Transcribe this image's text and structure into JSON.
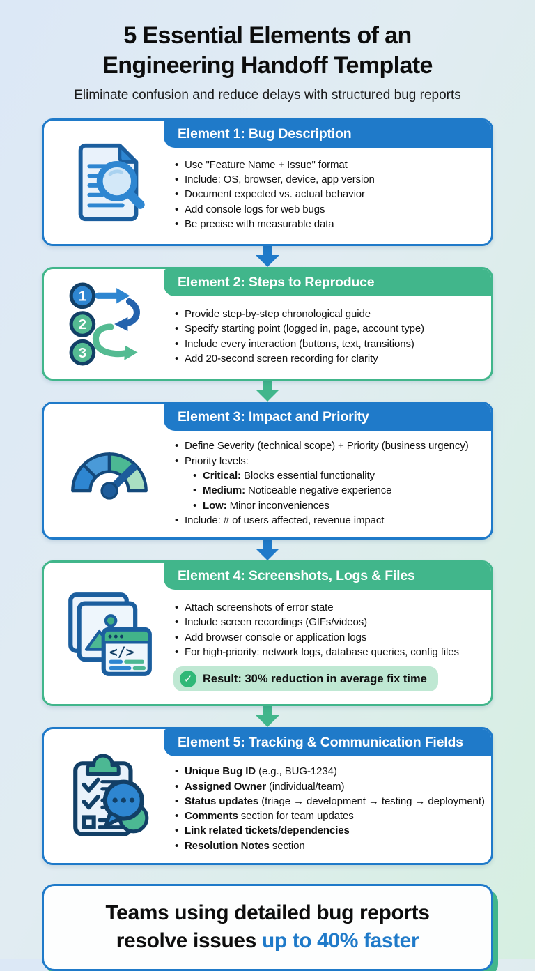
{
  "header": {
    "title_line1": "5 Essential Elements of an",
    "title_line2": "Engineering Handoff Template",
    "subtitle": "Eliminate confusion and reduce delays with structured bug reports"
  },
  "theme": {
    "blue": "#1f7ac9",
    "green": "#41b68b",
    "navy": "#14497b",
    "light_blue_bg": "#dce8f6",
    "light_green_bg": "#d6efe1",
    "pill_bg": "#bfe8d3",
    "pill_check": "#2fb877"
  },
  "cards": [
    {
      "id": "bug-description",
      "theme": "blue",
      "icon": "document-magnifier-icon",
      "title": "Element 1: Bug Description",
      "bullets": [
        {
          "parts": [
            {
              "t": "Use \"Feature Name + Issue\" format",
              "b": false
            }
          ]
        },
        {
          "parts": [
            {
              "t": "Include: OS, browser, device, app version",
              "b": false
            }
          ]
        },
        {
          "parts": [
            {
              "t": "Document expected vs. actual behavior",
              "b": false
            }
          ]
        },
        {
          "parts": [
            {
              "t": "Add console logs for web bugs",
              "b": false
            }
          ]
        },
        {
          "parts": [
            {
              "t": "Be precise with measurable data",
              "b": false
            }
          ]
        }
      ]
    },
    {
      "id": "steps-to-reproduce",
      "theme": "green",
      "icon": "numbered-steps-icon",
      "title": "Element 2: Steps to Reproduce",
      "bullets": [
        {
          "parts": [
            {
              "t": "Provide step-by-step chronological guide",
              "b": false
            }
          ]
        },
        {
          "parts": [
            {
              "t": "Specify starting point (logged in, page, account type)",
              "b": false
            }
          ]
        },
        {
          "parts": [
            {
              "t": "Include every interaction (buttons, text, transitions)",
              "b": false
            }
          ]
        },
        {
          "parts": [
            {
              "t": "Add 20-second screen recording for clarity",
              "b": false
            }
          ]
        }
      ]
    },
    {
      "id": "impact-and-priority",
      "theme": "blue",
      "icon": "gauge-icon",
      "title": "Element 3: Impact and Priority",
      "bullets": [
        {
          "parts": [
            {
              "t": "Define Severity (technical scope) + Priority (business urgency)",
              "b": false
            }
          ]
        },
        {
          "parts": [
            {
              "t": "Priority levels:",
              "b": false
            }
          ]
        },
        {
          "indent": true,
          "parts": [
            {
              "t": "Critical:",
              "b": true
            },
            {
              "t": " Blocks essential functionality",
              "b": false
            }
          ]
        },
        {
          "indent": true,
          "parts": [
            {
              "t": "Medium:",
              "b": true
            },
            {
              "t": " Noticeable negative experience",
              "b": false
            }
          ]
        },
        {
          "indent": true,
          "parts": [
            {
              "t": "Low:",
              "b": true
            },
            {
              "t": " Minor inconveniences",
              "b": false
            }
          ]
        },
        {
          "parts": [
            {
              "t": "Include: # of users affected, revenue impact",
              "b": false
            }
          ]
        }
      ]
    },
    {
      "id": "screenshots-logs-files",
      "theme": "green",
      "icon": "screenshots-code-icon",
      "title": "Element 4: Screenshots, Logs & Files",
      "bullets": [
        {
          "parts": [
            {
              "t": "Attach screenshots of error state",
              "b": false
            }
          ]
        },
        {
          "parts": [
            {
              "t": "Include screen recordings (GIFs/videos)",
              "b": false
            }
          ]
        },
        {
          "parts": [
            {
              "t": "Add browser console or application logs",
              "b": false
            }
          ]
        },
        {
          "parts": [
            {
              "t": "For high-priority: network logs, database queries, config files",
              "b": false
            }
          ]
        }
      ],
      "result_badge": "Result: 30% reduction in average fix time"
    },
    {
      "id": "tracking-communication",
      "theme": "blue",
      "icon": "clipboard-chat-icon",
      "title": "Element 5: Tracking & Communication Fields",
      "bullets": [
        {
          "parts": [
            {
              "t": "Unique Bug ID",
              "b": true
            },
            {
              "t": " (e.g., BUG-1234)",
              "b": false
            }
          ]
        },
        {
          "parts": [
            {
              "t": "Assigned Owner",
              "b": true
            },
            {
              "t": " (individual/team)",
              "b": false
            }
          ]
        },
        {
          "parts": [
            {
              "t": "Status updates",
              "b": true
            },
            {
              "t": " (triage → development → testing → deployment)",
              "b": false
            }
          ]
        },
        {
          "parts": [
            {
              "t": "Comments",
              "b": true
            },
            {
              "t": " section for team updates",
              "b": false
            }
          ]
        },
        {
          "parts": [
            {
              "t": "Link related tickets/dependencies",
              "b": true
            }
          ]
        },
        {
          "parts": [
            {
              "t": "Resolution Notes",
              "b": true
            },
            {
              "t": " section",
              "b": false
            }
          ]
        }
      ]
    }
  ],
  "footer": {
    "line1": "Teams using detailed bug reports",
    "line2_prefix": "resolve issues ",
    "line2_highlight": "up to 40% faster"
  }
}
